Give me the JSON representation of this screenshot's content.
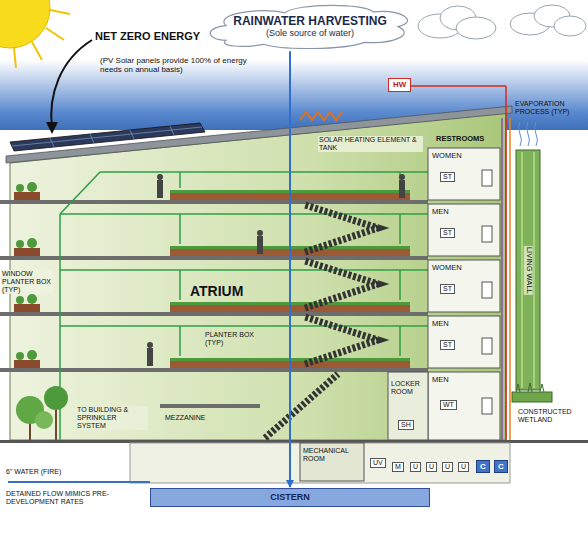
{
  "diagram": {
    "nodes": [
      {
        "text": [
          "RAINWATER HARVESTING",
          "(Sole source of water)"
        ]
      },
      {
        "text": [
          "HW"
        ]
      },
      {
        "text": [
          "CISTERN"
        ]
      }
    ],
    "edges": [
      {
        "from": 0,
        "to": 2,
        "arrow": "to"
      }
    ],
    "labels": [
      "NET ZERO ENERGY",
      "(PV Solar panels provide 100% of energy needs on annual basis)",
      "SOLAR HEATING ELEMENT & TANK",
      "EVAPORATION PROCESS (TYP)",
      "RESTROOMS",
      "WOMEN",
      "MEN",
      "WOMEN",
      "MEN",
      "MEN",
      "ST",
      "ST",
      "ST",
      "ST",
      "WT",
      "LIVING WALL",
      "WINDOW PLANTER BOX (TYP)",
      "ATRIUM",
      "PLANTER BOX (TYP)",
      "TO BUILDING & SPRINKLER SYSTEM",
      "MEZZANINE",
      "LOCKER ROOM",
      "SH",
      "MECHANICAL ROOM",
      "UV",
      "M",
      "U",
      "U",
      "U",
      "U",
      "C",
      "C",
      "CONSTRUCTED WETLAND",
      "6\" WATER (FIRE)",
      "DETAINED FLOW MIMICS PRE-DEVELOPMENT RATES"
    ]
  }
}
